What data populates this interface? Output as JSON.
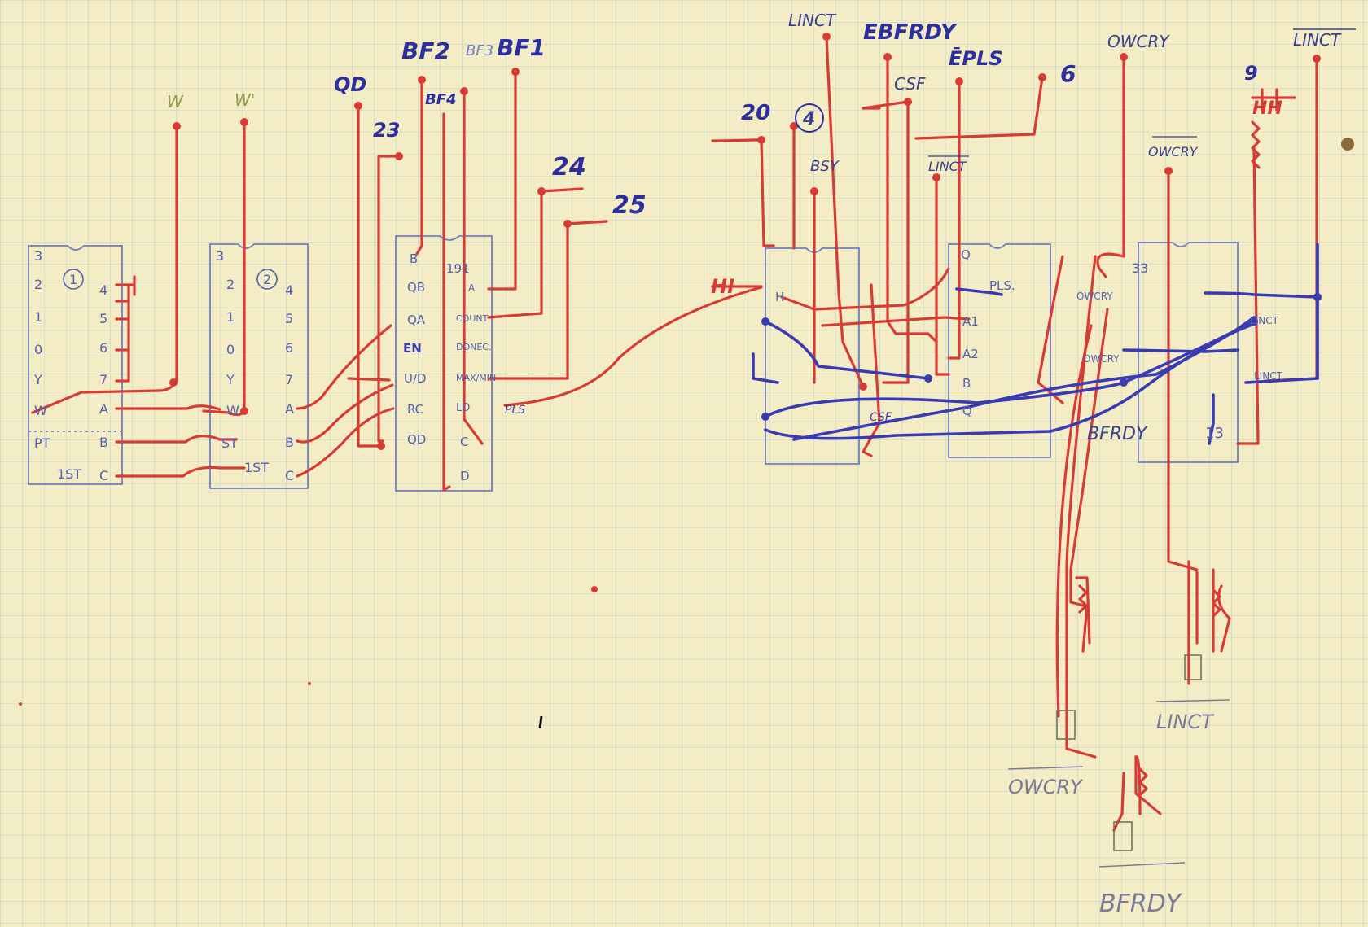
{
  "colors": {
    "paper": "#f4ecc4",
    "grid": "#b9d2cf",
    "red_wire": "#d83b34",
    "blue_wire": "#3a3bb2",
    "chip_outline": "#6f7fc0",
    "pencil": "#7d7a99"
  },
  "chips": {
    "chip1": {
      "number": "1",
      "left_pins": [
        "3",
        "2",
        "1",
        "0",
        "Y",
        "W",
        "PT"
      ],
      "right_pins": [
        "4",
        "5",
        "6",
        "7",
        "A",
        "B",
        "C"
      ],
      "bottom": "1ST"
    },
    "chip2": {
      "number": "2",
      "left_pins": [
        "3",
        "2",
        "1",
        "0",
        "Y",
        "W",
        "ST"
      ],
      "right_pins": [
        "4",
        "5",
        "6",
        "7",
        "A",
        "B",
        "C"
      ],
      "bottom": "1ST"
    },
    "chip3": {
      "number": "191",
      "left_pins": [
        "B",
        "QB",
        "QA",
        "EN",
        "U/D",
        "RC",
        "QD"
      ],
      "right_pins": [
        "A",
        "COUNT",
        "DONEC.",
        "MAX/MIN",
        "LD",
        "C",
        "D"
      ]
    },
    "chip4": {
      "number": "4",
      "left_pins": [
        "H"
      ]
    },
    "chip5": {
      "title": "PLS.",
      "pins": [
        "Q",
        "A1",
        "A2",
        "B",
        "Q"
      ]
    },
    "chip6": {
      "pins": [
        "OWCRY",
        "OWCRY",
        "LINCT",
        "LINCT",
        "13",
        "33"
      ]
    }
  },
  "labels": {
    "w": "W",
    "w_prime": "W'",
    "qd": "QD",
    "n23": "23",
    "bf2": "BF2",
    "bf3": "BF3",
    "bf1": "BF1",
    "bf4": "BF4",
    "n24": "24",
    "n25": "25",
    "linct": "LINCT",
    "ebfrdy": "EBFRDY",
    "csf": "CSF",
    "epls": "ĒPLS",
    "n6": "6",
    "owcry": "OWCRY",
    "linct_bar": "LINCT",
    "n20": "20",
    "bsy": "BSY",
    "linct_small": "LINCT",
    "owcry_small": "OWCRY",
    "n9": "9",
    "hh": "HH",
    "hi": "HI",
    "pls_pin": "PLS",
    "csf_pin": "CSF",
    "bfrdy_mid": "BFRDY",
    "linct_bottom": "LINCT",
    "owcry_bottom": "OWCRY",
    "bfrdy_bottom": "BFRDY"
  }
}
